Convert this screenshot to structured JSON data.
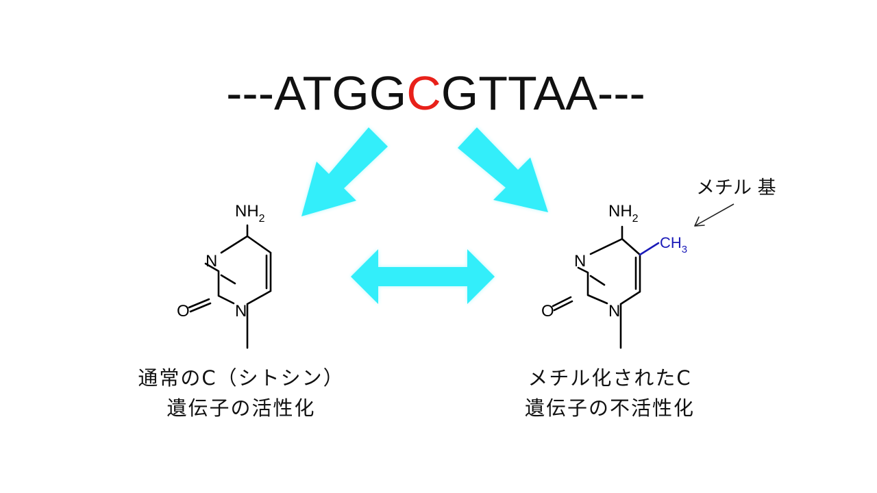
{
  "sequence": {
    "prefix": "---ATGG",
    "highlight": "C",
    "suffix": "GTTAA---"
  },
  "left_molecule": {
    "amine": "NH",
    "amine_sub": "2",
    "ring_n3": "N",
    "carbonyl_o": "O",
    "ring_n1": "N"
  },
  "right_molecule": {
    "amine": "NH",
    "amine_sub": "2",
    "ring_n3": "N",
    "carbonyl_o": "O",
    "ring_n1": "N",
    "methyl": "CH",
    "methyl_sub": "3"
  },
  "methyl_label": "メチル 基",
  "left_caption": {
    "line1": "通常のC（シトシン）",
    "line2": "遺伝子の活性化"
  },
  "right_caption": {
    "line1": "メチル化されたC",
    "line2": "遺伝子の不活性化"
  },
  "colors": {
    "arrow": "#33eefa",
    "highlight": "#e8211a",
    "methyl": "#1a1ab8",
    "text": "#111111"
  }
}
